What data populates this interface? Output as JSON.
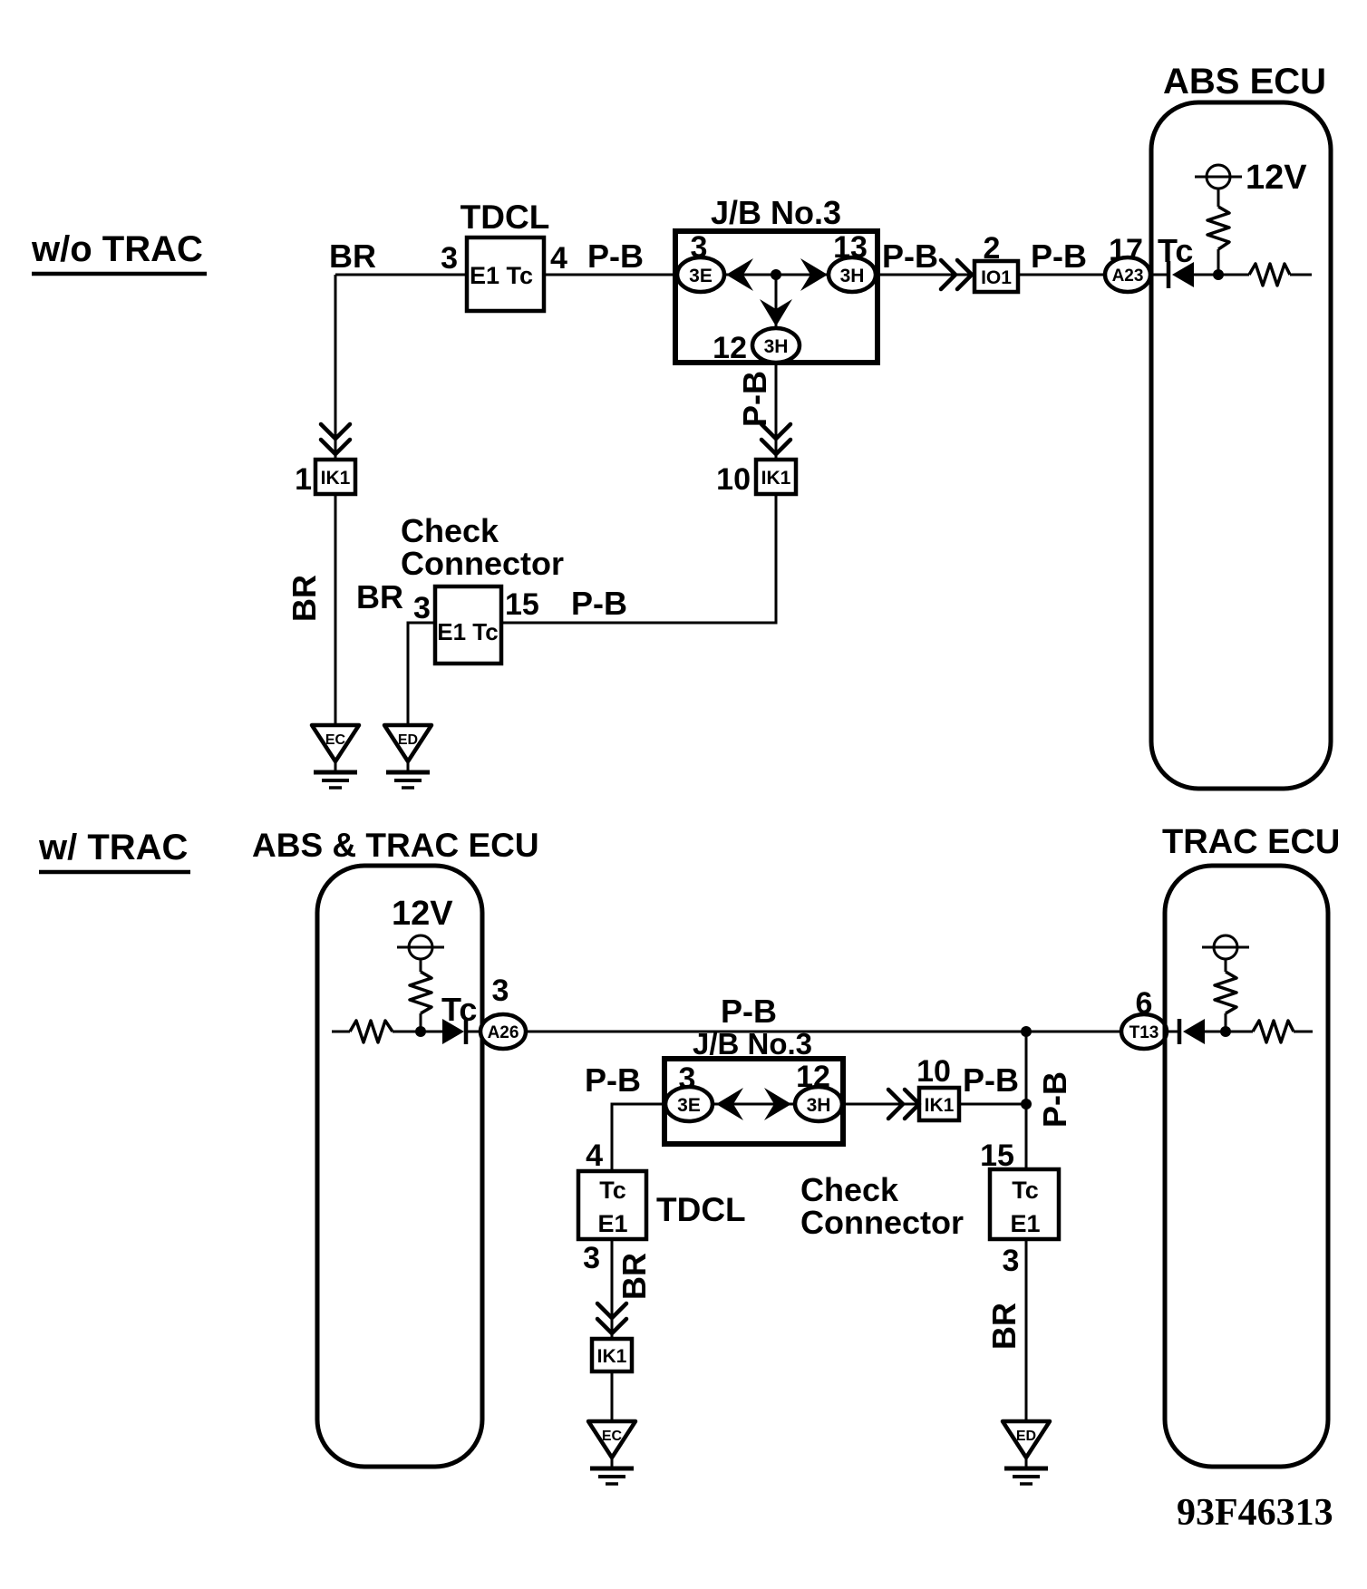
{
  "doc_number": "93F46313",
  "top": {
    "section_label": "w/o TRAC",
    "abs_ecu_title": "ABS ECU",
    "voltage": "12V",
    "tc_label": "Tc",
    "pin17": "17",
    "conn_a23": "A23",
    "pin2": "2",
    "io1": "IO1",
    "br1": "BR",
    "br2": "BR",
    "pb1": "P-B",
    "pb2": "P-B",
    "pb3": "P-B",
    "pb_drop": "P-B",
    "tdcl_title": "TDCL",
    "tdcl_inside": "E1 Tc",
    "tdcl_pin_left": "3",
    "tdcl_pin_right": "4",
    "jb_title": "J/B No.3",
    "jb_pin3": "3",
    "jb_pin13": "13",
    "jb_pin12": "12",
    "jb_3e": "3E",
    "jb_3h_right": "3H",
    "jb_3h_bottom": "3H",
    "pin1": "1",
    "pin10": "10",
    "ik1": "IK1",
    "check_line1": "Check",
    "check_line2": "Connector",
    "check_inside": "E1 Tc",
    "check_pin3": "3",
    "check_pin15": "15",
    "check_br": "BR",
    "check_pb": "P-B",
    "gnd_ec": "EC",
    "gnd_ed": "ED"
  },
  "bottom": {
    "section_label": "w/ TRAC",
    "abs_trac_title": "ABS & TRAC ECU",
    "trac_title": "TRAC ECU",
    "voltage": "12V",
    "tc_label": "Tc",
    "pin3_a26": "3",
    "conn_a26": "A26",
    "pin6": "6",
    "conn_t13": "T13",
    "pb_main": "P-B",
    "jb_title": "J/B No.3",
    "jb_pin3": "3",
    "jb_pin12": "12",
    "jb_3e": "3E",
    "jb_3h": "3H",
    "pb_left": "P-B",
    "pin4": "4",
    "tdcl_title": "TDCL",
    "tdcl_tc": "Tc",
    "tdcl_e1": "E1",
    "tdcl_pin3": "3",
    "br_left": "BR",
    "ik1": "IK1",
    "pin10": "10",
    "pb_right": "P-B",
    "pb_vert": "P-B",
    "check_line1": "Check",
    "check_line2": "Connector",
    "check_tc": "Tc",
    "check_e1": "E1",
    "check_pin15": "15",
    "check_pin3": "3",
    "br_right": "BR",
    "gnd_ec": "EC",
    "gnd_ed": "ED"
  }
}
